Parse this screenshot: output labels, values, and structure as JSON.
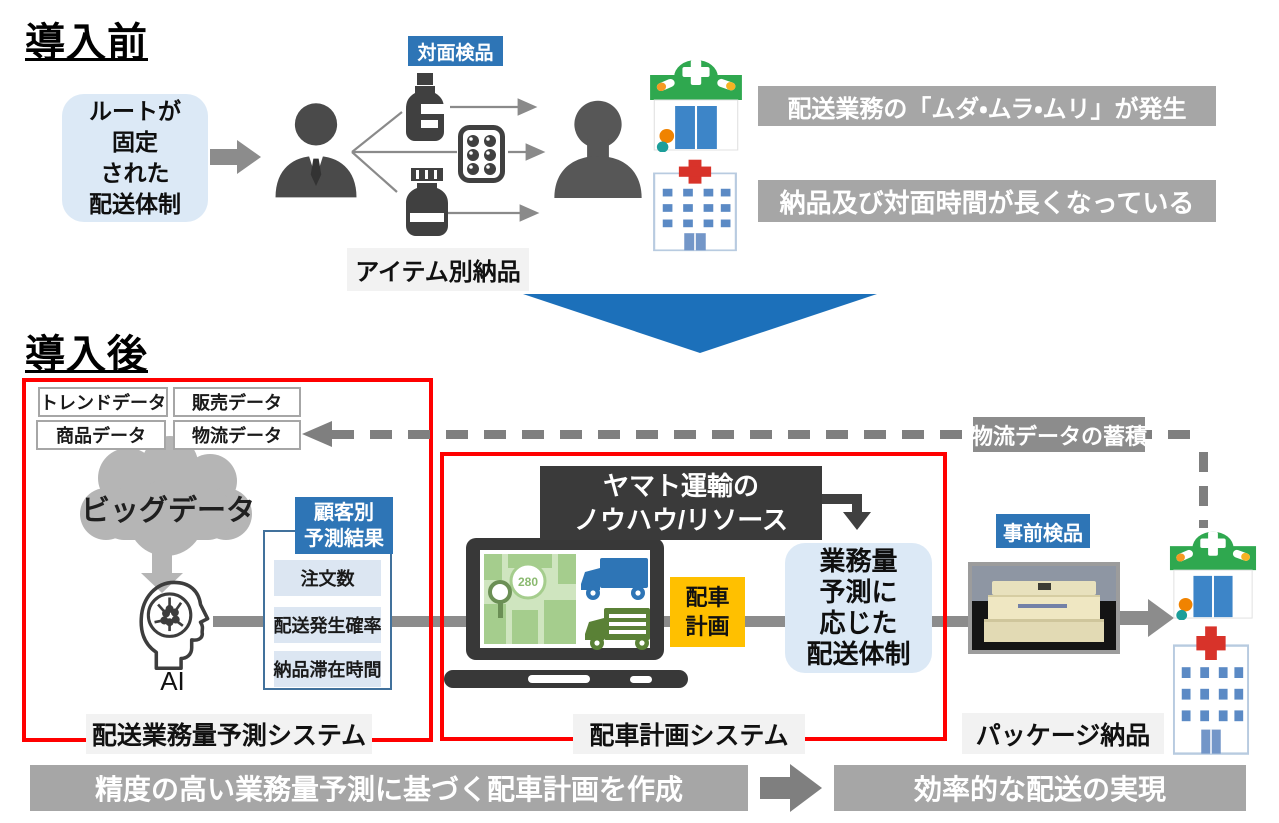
{
  "before": {
    "title": "導入前",
    "route_box_lines": [
      "ルートが",
      "固定",
      "された",
      "配送体制"
    ],
    "inspection_label": "対面検品",
    "item_delivery_label": "アイテム別納品",
    "issue_1": "配送業務の「ムダ・ムラ・ムリ」が発生",
    "issue_2": "納品及び対面時間が長くなっている"
  },
  "after": {
    "title": "導入後",
    "data_sources": [
      "トレンドデータ",
      "販売データ",
      "商品データ",
      "物流データ"
    ],
    "big_data_label": "ビッグデータ",
    "ai_label": "AI",
    "prediction_header_lines": [
      "顧客別",
      "予測結果"
    ],
    "prediction_items": [
      "注文数",
      "配送発生確率",
      "納品滞在時間"
    ],
    "system1_label": "配送業務量予測システム",
    "yamato_lines": [
      "ヤマト運輸の",
      "ノウハウ/リソース"
    ],
    "map_sign": "280",
    "dispatch_lines": [
      "配車",
      "計画"
    ],
    "capacity_lines": [
      "業務量",
      "予測に",
      "応じた",
      "配送体制"
    ],
    "system2_label": "配車計画システム",
    "pre_inspection_label": "事前検品",
    "package_label": "パッケージ納品",
    "accumulation_label": "物流データの蓄積"
  },
  "summary": {
    "left": "精度の高い業務量予測に基づく配車計画を作成",
    "right": "効率的な配送の実現"
  },
  "colors": {
    "accent_blue": "#2e75b6",
    "light_blue": "#dce9f6",
    "gray_bar": "#a6a6a6",
    "dark_box": "#3a3a3a",
    "yellow": "#ffc000",
    "red_frame": "#ff0000",
    "triangle_blue": "#1c70ba"
  }
}
